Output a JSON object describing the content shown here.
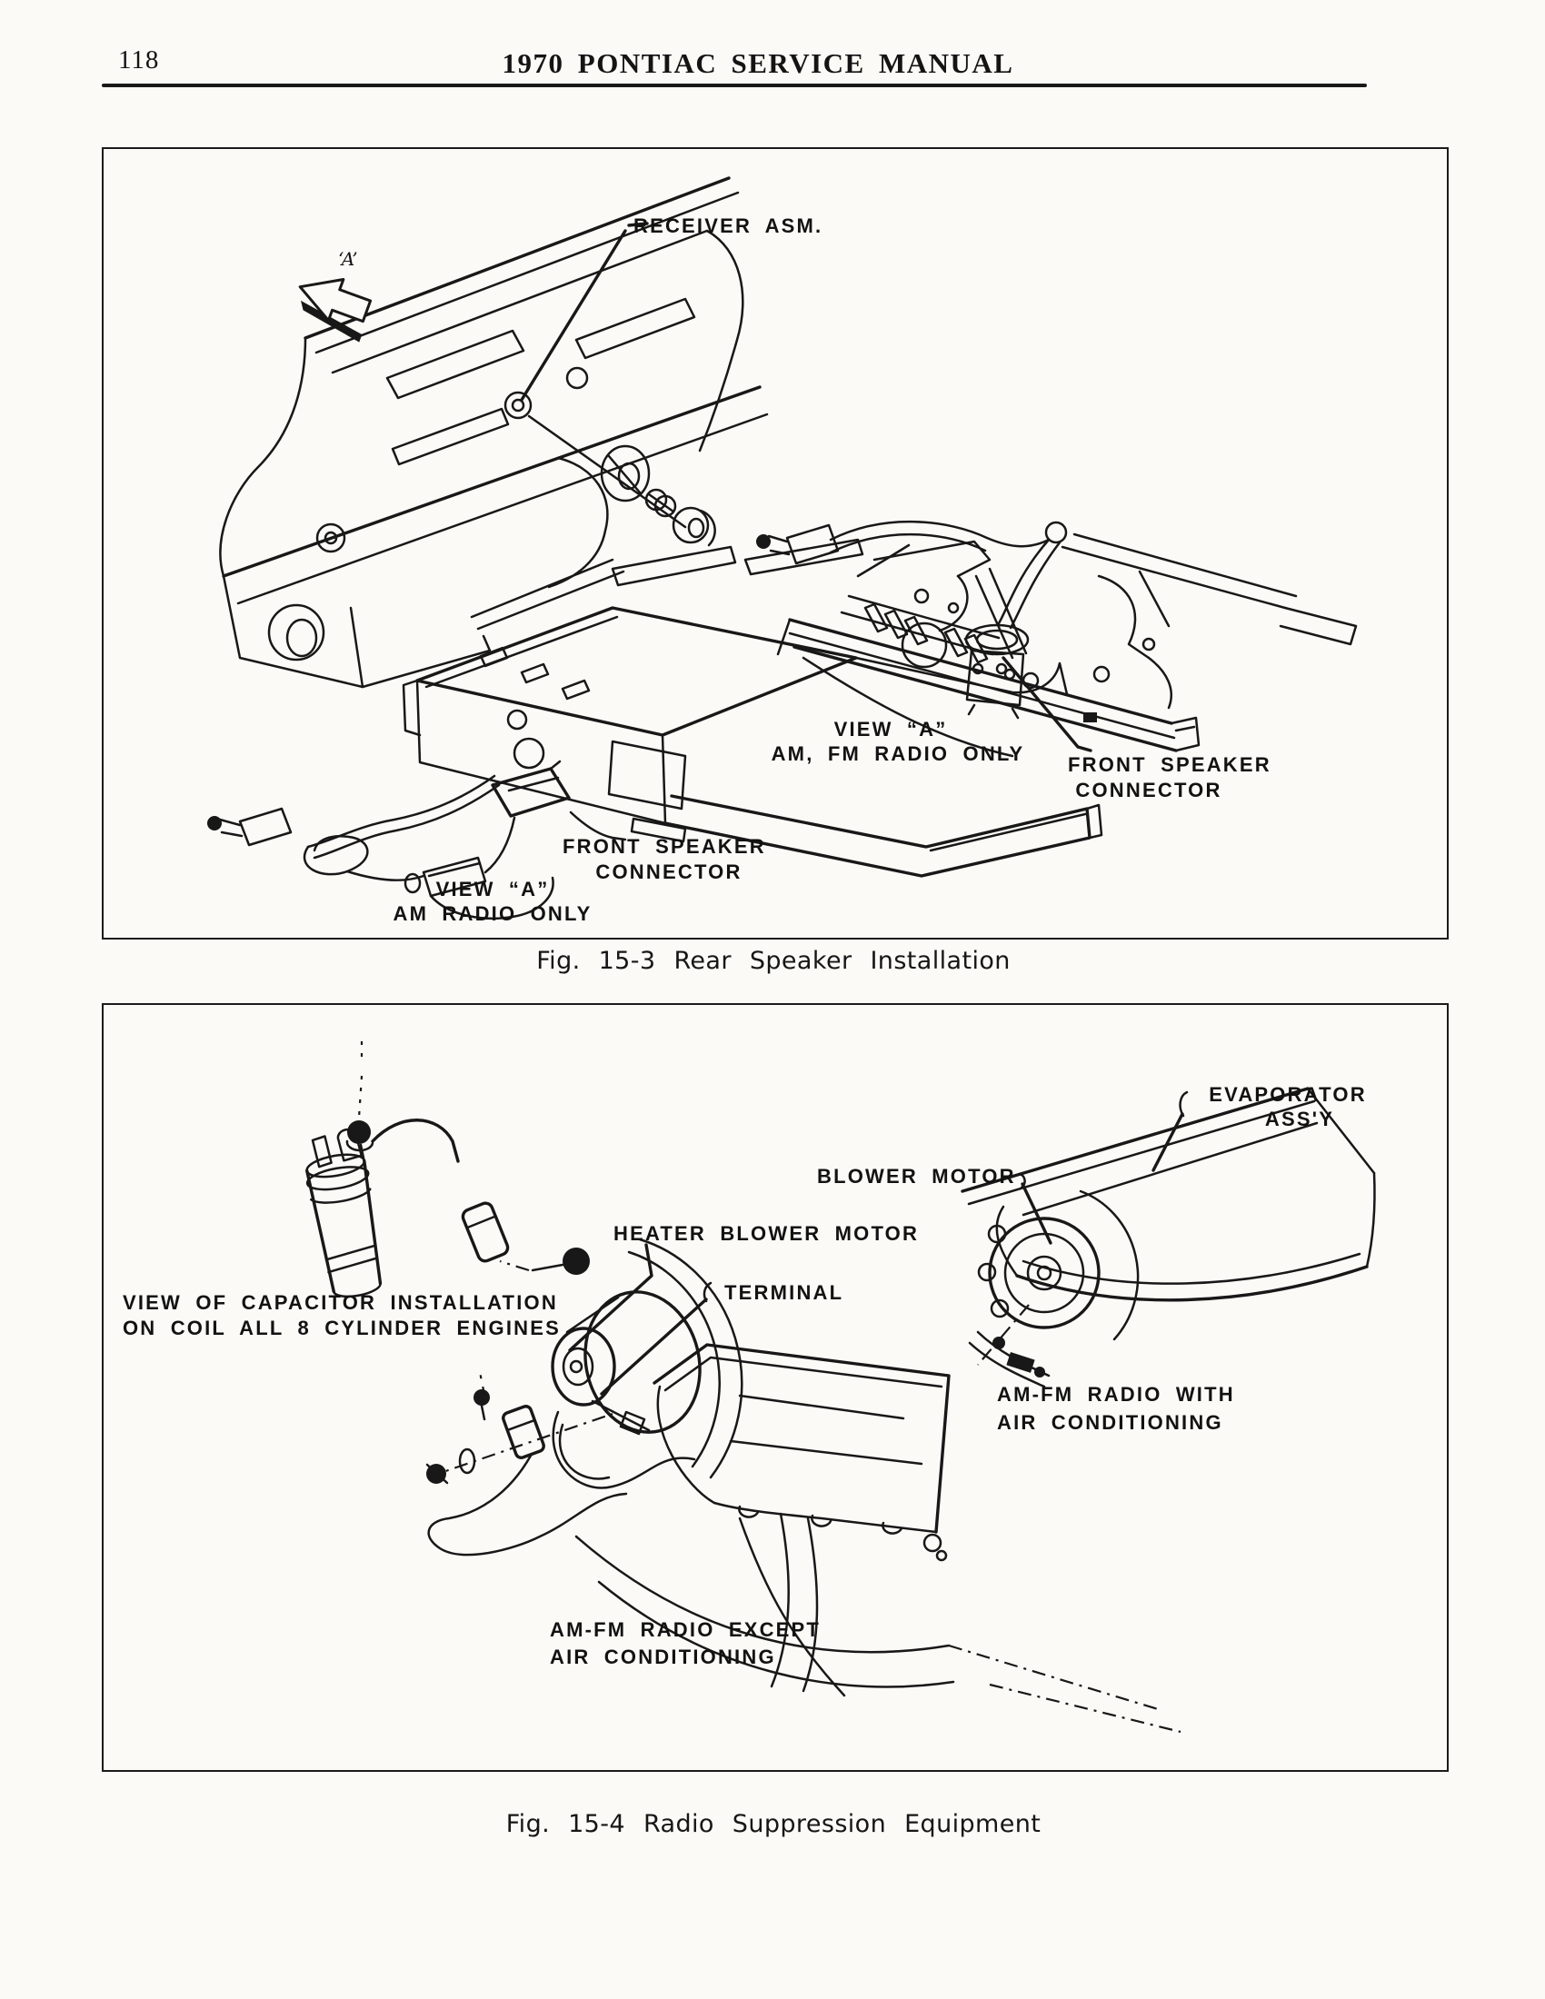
{
  "page": {
    "number": "118",
    "title": "1970 PONTIAC SERVICE MANUAL"
  },
  "figure_15_3": {
    "caption": "Fig. 15-3 Rear Speaker Installation",
    "labels": {
      "receiver_asm": "RECEIVER ASM.",
      "arrow_a": "‘A’",
      "view_a_am_fm": {
        "line1": "VIEW “A”",
        "line2": "AM, FM RADIO ONLY"
      },
      "front_speaker_connector_right": {
        "line1": "FRONT SPEAKER",
        "line2": "CONNECTOR"
      },
      "front_speaker_connector_left": {
        "line1": "FRONT SPEAKER",
        "line2": "CONNECTOR"
      },
      "view_a_am": {
        "line1": "VIEW “A”",
        "line2": "AM RADIO ONLY"
      }
    }
  },
  "figure_15_4": {
    "caption": "Fig. 15-4 Radio Suppression Equipment",
    "labels": {
      "evaporator": {
        "line1": "EVAPORATOR",
        "line2": "ASS'Y"
      },
      "blower_motor": "BLOWER MOTOR",
      "heater_blower_motor": "HEATER BLOWER MOTOR",
      "terminal": "TERMINAL",
      "capacitor_note": {
        "line1": "VIEW OF CAPACITOR INSTALLATION",
        "line2": "ON COIL ALL 8 CYLINDER ENGINES"
      },
      "amfm_with_ac": {
        "line1": "AM-FM RADIO WITH",
        "line2": "AIR CONDITIONING"
      },
      "amfm_except_ac": {
        "line1": "AM-FM RADIO EXCEPT",
        "line2": "AIR CONDITIONING"
      }
    }
  }
}
